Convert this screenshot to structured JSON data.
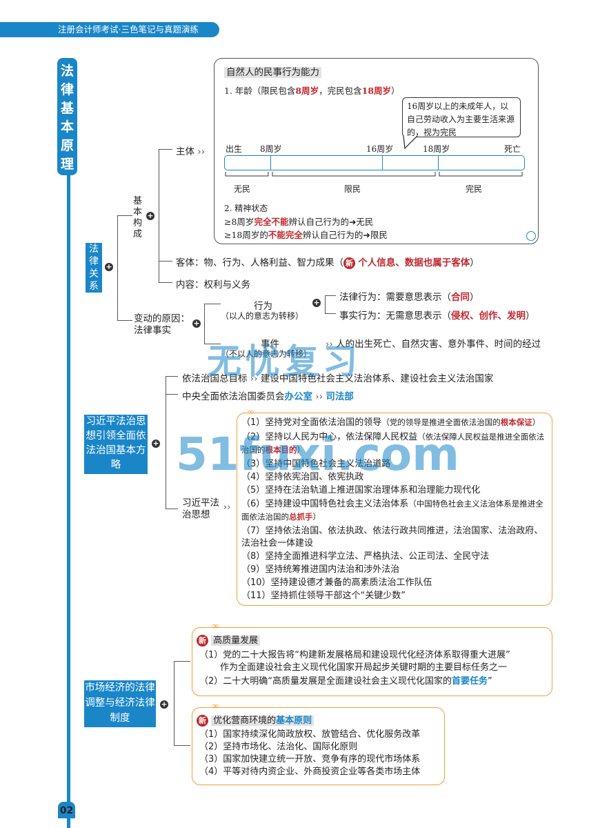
{
  "header": {
    "title": "注册会计师考试·三色笔记与真题演练"
  },
  "vertical_title": [
    "法",
    "律",
    "基",
    "本",
    "原",
    "理"
  ],
  "page_number": "02",
  "watermark": {
    "line1": "无忧复习",
    "line2": "51fuxi.com"
  },
  "section1": {
    "label": "法律关系",
    "basic_composition": "基本构成",
    "subject": "主体",
    "box": {
      "title": "自然人的民事行为能力",
      "age_title_pre": "1. 年龄（限民包含",
      "age_8": "8周岁",
      "age_mid": "，完民包含",
      "age_18": "18周岁",
      "age_end": "）",
      "callout": "16周岁以上的未成年人，以自己劳动收入为主要生活来源的，视为完民",
      "timeline_top": [
        "出生",
        "8周岁",
        "16周岁",
        "18周岁",
        "死亡"
      ],
      "timeline_bottom": [
        "无民",
        "限民",
        "完民"
      ],
      "mental_title": "2. 精神状态",
      "mental1_pre": "≥8周岁",
      "mental1_red": "完全不能",
      "mental1_post": "辨认自己行为的➜无民",
      "mental2_pre": "≥18周岁的",
      "mental2_red": "不能完全",
      "mental2_post": "辨认自己行为的➜限民"
    },
    "object_pre": "客体：物、行为、人格利益、智力成果（",
    "object_new": "新",
    "object_red": "个人信息、数据也属于客体",
    "object_post": "）",
    "content": "内容：权利与义务",
    "change_cause": "变动的原因：",
    "legal_fact": "法律事实",
    "act": "行为",
    "act_note": "（以人的意志为转移）",
    "legal_act_pre": "法律行为：需要意思表示（",
    "legal_act_red": "合同",
    "legal_act_post": "）",
    "fact_act_pre": "事实行为：无需意思表示（",
    "fact_act_red": "侵权、创作、发明",
    "fact_act_post": "）",
    "event": "事件",
    "event_note": "（不以人的意志为转移）",
    "event_desc": "人的出生死亡、自然灾害、意外事件、时间的经过"
  },
  "section2": {
    "label": "习近平法治思想引领全面依法治国基本方略",
    "goal_pre": "依法治国总目标",
    "goal_post": "建设中国特色社会主义法治体系、建设社会主义法治国家",
    "committee_pre": "中央全面依法治国委员会",
    "committee_blue1": "办公室",
    "committee_blue2": "司法部",
    "thought_label": "习近平法治思想",
    "items": [
      {
        "n": "（1）",
        "t": "坚持党对全面依法治国的领导",
        "note": "（党的领导是推进全面依法治国的",
        "red": "根本保证",
        "end": "）"
      },
      {
        "n": "（2）",
        "t": "坚持以人民为中心，依法保障人民权益",
        "note": "（依法保障人民权益是推进全面依法治国的",
        "red": "根本目的",
        "end": "）"
      },
      {
        "n": "（3）",
        "t": "坚持中国特色社会主义法治道路"
      },
      {
        "n": "（4）",
        "t": "坚持依宪治国、依宪执政"
      },
      {
        "n": "（5）",
        "t": "坚持在法治轨道上推进国家治理体系和治理能力现代化"
      },
      {
        "n": "（6）",
        "t": "坚持建设中国特色社会主义法治体系",
        "note": "（中国特色社会主义法治体系是推进全面依法治国的",
        "red": "总抓手",
        "end": "）"
      },
      {
        "n": "（7）",
        "t": "坚持依法治国、依法执政、依法行政共同推进，法治国家、法治政府、法治社会一体建设"
      },
      {
        "n": "（8）",
        "t": "坚持全面推进科学立法、严格执法、公正司法、全民守法"
      },
      {
        "n": "（9）",
        "t": "坚持统筹推进国内法治和涉外法治"
      },
      {
        "n": "（10）",
        "t": "坚持建设德才兼备的高素质法治工作队伍"
      },
      {
        "n": "（11）",
        "t": "坚持抓住领导干部这个“关键少数”"
      }
    ]
  },
  "section3": {
    "label": "市场经济的法律调整与经济法律制度",
    "box1": {
      "title": "高质量发展",
      "l1": "（1）党的二十大报告将“构建新发展格局和建设现代化经济体系取得重大进展”",
      "l1b": "作为全面建设社会主义现代化国家开局起步关键时期的主要目标任务之一",
      "l2_pre": "（2）二十大明确“高质量发展是全面建设社会主义现代化国家的",
      "l2_blue": "首要任务",
      "l2_end": "”"
    },
    "box2": {
      "title_pre": "优化营商环境的",
      "title_blue": "基本原则",
      "items": [
        "（1）国家持续深化简政放权、放管结合、优化服务改革",
        "（2）坚持市场化、法治化、国际化原则",
        "（3）国家加快建立统一开放、竞争有序的现代市场体系",
        "（4）平等对待内资企业、外商投资企业等各类市场主体"
      ]
    }
  }
}
